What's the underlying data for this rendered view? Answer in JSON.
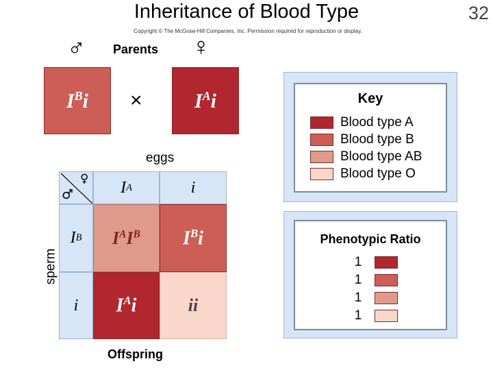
{
  "slide": {
    "title": "Inheritance of Blood Type",
    "page_number": "32",
    "copyright": "Copyright © The McGraw-Hill Companies, Inc. Permission required for reproduction or display."
  },
  "colors": {
    "type_a": "#b1262f",
    "type_b": "#cd5e55",
    "type_ab": "#de9a8a",
    "type_o": "#fbd6ca",
    "header_blue": "#d6e6f6"
  },
  "parents": {
    "label": "Parents",
    "male_symbol": "♂",
    "female_symbol": "♀",
    "male_base": "I",
    "male_sup": "B",
    "male_allele2": "i",
    "cross_symbol": "×",
    "female_base": "I",
    "female_sup": "A",
    "female_allele2": "i"
  },
  "punnett": {
    "eggs_label": "eggs",
    "sperm_label": "sperm",
    "offspring_label": "Offspring",
    "corner_female": "♀",
    "corner_male": "♂",
    "col_headers": [
      {
        "base": "I",
        "sup": "A",
        "rest": ""
      },
      {
        "base": "i",
        "sup": "",
        "rest": ""
      }
    ],
    "row_headers": [
      {
        "base": "I",
        "sup": "B",
        "rest": ""
      },
      {
        "base": "i",
        "sup": "",
        "rest": ""
      }
    ],
    "cells": [
      {
        "g1": "I",
        "s1": "A",
        "g2": "I",
        "s2": "B",
        "type": "AB"
      },
      {
        "g1": "I",
        "s1": "B",
        "g2": "i",
        "s2": "",
        "type": "B"
      },
      {
        "g1": "I",
        "s1": "A",
        "g2": "i",
        "s2": "",
        "type": "A"
      },
      {
        "g1": "i",
        "s1": "",
        "g2": "i",
        "s2": "",
        "type": "O"
      }
    ]
  },
  "key": {
    "title": "Key",
    "items": [
      "Blood type A",
      "Blood type B",
      "Blood type AB",
      "Blood type O"
    ]
  },
  "ratio": {
    "title": "Phenotypic Ratio",
    "values": [
      "1",
      "1",
      "1",
      "1"
    ]
  }
}
